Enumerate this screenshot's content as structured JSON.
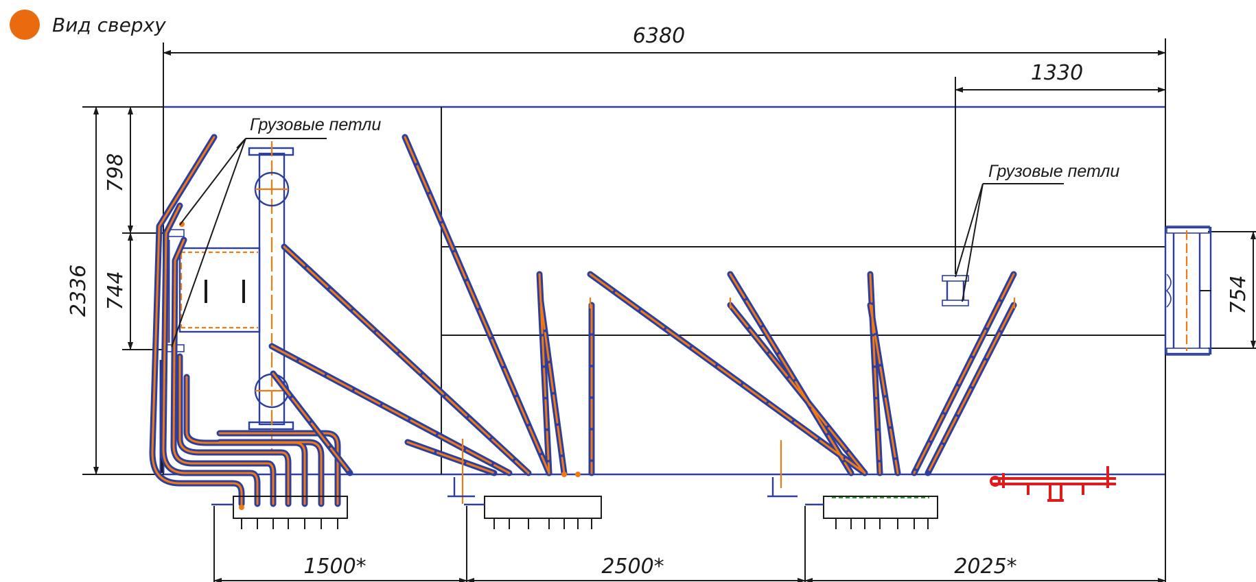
{
  "view_title": "Вид сверху",
  "accent_color": "#ea6a10",
  "pipe_colors": {
    "outline": "#2c3ea0",
    "core": "#f07a10",
    "red_assembly": "#e01b1b"
  },
  "dimensions": {
    "overall_length": "6380",
    "right_offset": "1330",
    "overall_width": "2336",
    "top_offset": "798",
    "frame_width": "744",
    "end_module_width": "754",
    "manifold_spacing_1": "1500*",
    "manifold_spacing_2": "2500*",
    "manifold_spacing_3": "2025*"
  },
  "labels": {
    "lifting_eyes_left": "Грузовые петли",
    "lifting_eyes_right": "Грузовые петли"
  }
}
